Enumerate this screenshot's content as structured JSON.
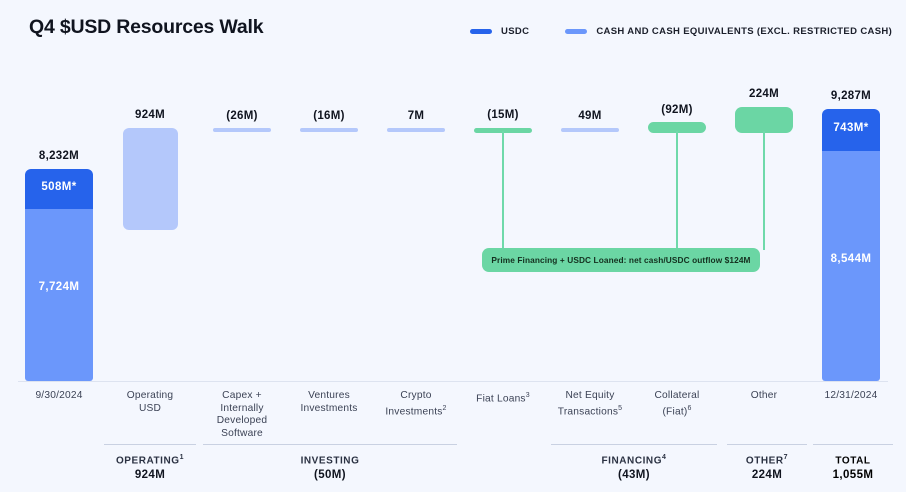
{
  "header": {
    "title": "Q4 $USD Resources Walk"
  },
  "legend": {
    "items": [
      {
        "label": "USDC",
        "color": "#2663EB"
      },
      {
        "label": "CASH AND CASH EQUIVALENTS (EXCL. RESTRICTED CASH)",
        "color": "#6B97FB"
      }
    ]
  },
  "colors": {
    "background": "#F4F7FE",
    "usdc": "#2663EB",
    "cash": "#6B97FB",
    "cash_light": "#B4C8FB",
    "green": "#6BD6A4",
    "axis": "#DDE3F0"
  },
  "annotation": {
    "text": "Prime Financing + USDC Loaned: net cash/USDC outflow $124M"
  },
  "chart_data": {
    "type": "bar",
    "title": "Q4 $USD Resources Walk",
    "xlabel": "",
    "ylabel": "",
    "grid": false,
    "legend_position": "top-right",
    "subtype": "waterfall",
    "categories": [
      "9/30/2024",
      "Operating USD",
      "Capex + Internally Developed Software",
      "Ventures Investments",
      "Crypto Investments²",
      "Fiat Loans³",
      "Net Equity Transactions⁵",
      "Collateral (Fiat)⁶",
      "Other",
      "12/31/2024"
    ],
    "bars": [
      {
        "name": "9/30/2024",
        "kind": "total",
        "total_label": "8,232M",
        "total_value": 8232,
        "segments": [
          {
            "label": "508M*",
            "value": 508,
            "color": "#2663EB"
          },
          {
            "label": "7,724M",
            "value": 7724,
            "color": "#6B97FB"
          }
        ]
      },
      {
        "name": "Operating USD",
        "kind": "delta",
        "label": "924M",
        "value": 924,
        "color": "#B4C8FB"
      },
      {
        "name": "Capex + Internally Developed Software",
        "kind": "delta",
        "label": "(26M)",
        "value": -26,
        "color": "#B4C8FB"
      },
      {
        "name": "Ventures Investments",
        "kind": "delta",
        "label": "(16M)",
        "value": -16,
        "color": "#B4C8FB"
      },
      {
        "name": "Crypto Investments²",
        "kind": "delta",
        "label": "7M",
        "value": 7,
        "color": "#B4C8FB"
      },
      {
        "name": "Fiat Loans³",
        "kind": "delta",
        "label": "(15M)",
        "value": -15,
        "color": "#6BD6A4"
      },
      {
        "name": "Net Equity Transactions⁵",
        "kind": "delta",
        "label": "49M",
        "value": 49,
        "color": "#B4C8FB"
      },
      {
        "name": "Collateral (Fiat)⁶",
        "kind": "delta",
        "label": "(92M)",
        "value": -92,
        "color": "#6BD6A4"
      },
      {
        "name": "Other",
        "kind": "delta",
        "label": "224M",
        "value": 224,
        "color": "#6BD6A4"
      },
      {
        "name": "12/31/2024",
        "kind": "total",
        "total_label": "9,287M",
        "total_value": 9287,
        "segments": [
          {
            "label": "743M*",
            "value": 743,
            "color": "#2663EB"
          },
          {
            "label": "8,544M",
            "value": 8544,
            "color": "#6B97FB"
          }
        ]
      }
    ],
    "annotations": [
      {
        "text": "Prime Financing + USDC Loaned: net cash/USDC outflow $124M",
        "links": [
          "Fiat Loans³",
          "Collateral (Fiat)⁶",
          "Other"
        ]
      }
    ]
  },
  "axis_labels": [
    {
      "line1": "9/30/2024"
    },
    {
      "line1": "Operating",
      "line2": "USD"
    },
    {
      "line1": "Capex +",
      "line2": "Internally",
      "line3": "Developed",
      "line4": "Software"
    },
    {
      "line1": "Ventures",
      "line2": "Investments"
    },
    {
      "line1": "Crypto",
      "line2": "Investments",
      "sup": "2"
    },
    {
      "line1": "Fiat Loans",
      "sup": "3"
    },
    {
      "line1": "Net Equity",
      "line2": "Transactions",
      "sup": "5"
    },
    {
      "line1": "Collateral",
      "line2": "(Fiat)",
      "sup": "6"
    },
    {
      "line1": "Other"
    },
    {
      "line1": "12/31/2024"
    }
  ],
  "summary": {
    "groups": [
      {
        "name": "OPERATING",
        "sup": "1",
        "value": "924M"
      },
      {
        "name": "INVESTING",
        "sup": "",
        "value": "(50M)"
      },
      {
        "name": "FINANCING",
        "sup": "4",
        "value": "(43M)"
      },
      {
        "name": "OTHER",
        "sup": "7",
        "value": "224M"
      },
      {
        "name": "TOTAL",
        "sup": "",
        "value": "1,055M"
      }
    ]
  }
}
